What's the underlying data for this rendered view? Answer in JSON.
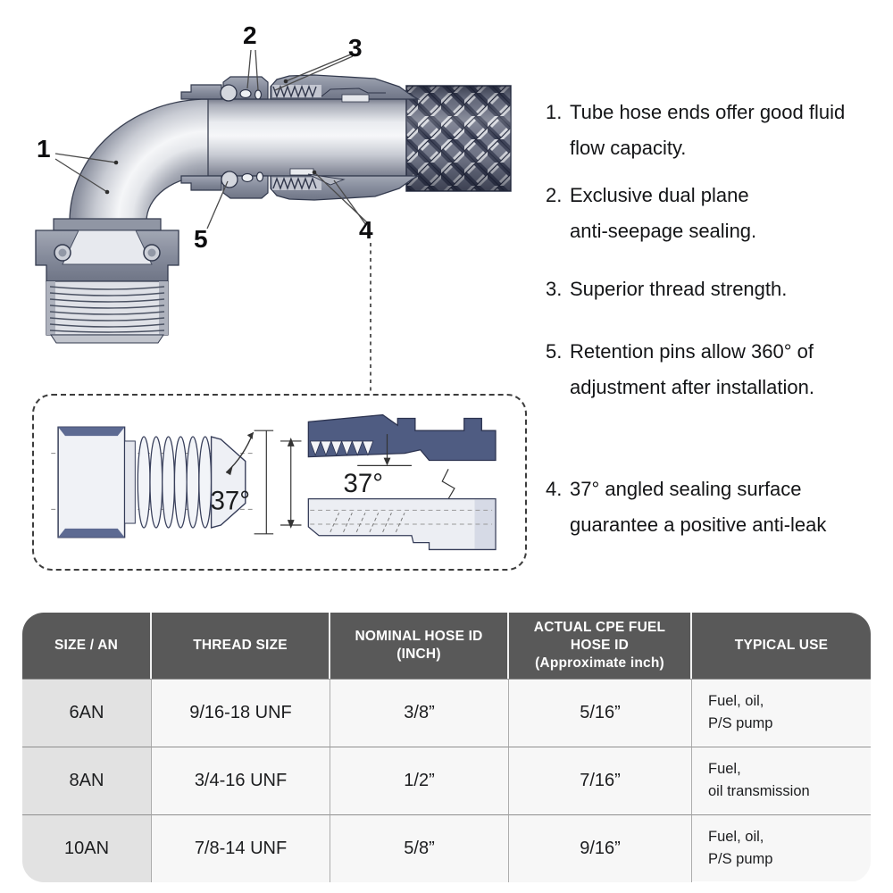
{
  "illustration": {
    "callouts": {
      "one": "1",
      "two": "2",
      "three": "3",
      "four": "4",
      "five": "5"
    },
    "detail_angles": {
      "left": "37°",
      "right": "37°"
    }
  },
  "notes": [
    {
      "num": "1.",
      "text": "Tube hose ends offer good fluid\nflow capacity."
    },
    {
      "num": "2.",
      "text": "Exclusive dual plane\nanti-seepage sealing."
    },
    {
      "num": "3.",
      "text": "Superior thread strength."
    },
    {
      "num": "5.",
      "text": "Retention pins allow 360° of\nadjustment after installation."
    },
    {
      "num": "4.",
      "text": "37° angled sealing surface\nguarantee a positive anti-leak"
    }
  ],
  "table": {
    "headers": [
      "SIZE / AN",
      "THREAD SIZE",
      "NOMINAL HOSE ID\n(INCH)",
      "ACTUAL CPE FUEL\nHOSE ID\n(Approximate inch)",
      "TYPICAL USE"
    ],
    "rows": [
      {
        "size": "6AN",
        "thread": "9/16-18 UNF",
        "nominal": "3/8”",
        "actual": "5/16”",
        "use": "Fuel, oil,\nP/S pump"
      },
      {
        "size": "8AN",
        "thread": "3/4-16 UNF",
        "nominal": "1/2”",
        "actual": "7/16”",
        "use": "Fuel,\noil transmission"
      },
      {
        "size": "10AN",
        "thread": "7/8-14 UNF",
        "nominal": "5/8”",
        "actual": "9/16”",
        "use": "Fuel, oil,\nP/S pump"
      }
    ]
  },
  "colors": {
    "table_header_bg": "#595959",
    "table_header_text": "#ffffff",
    "table_first_col_bg": "#e2e2e2",
    "table_cell_bg": "#f7f7f7",
    "diagram_cut_metal": "#868c9c",
    "detail_blue": "#4f5c82",
    "text": "#17181a"
  }
}
